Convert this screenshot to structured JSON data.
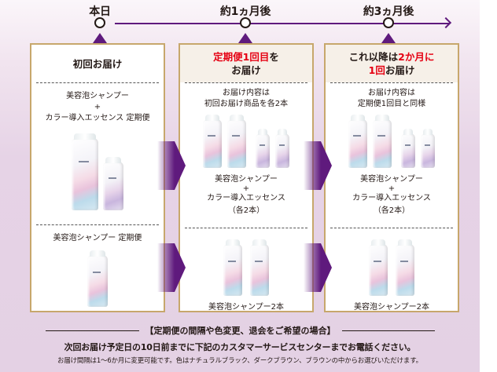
{
  "timeline": {
    "points": [
      {
        "label": "本日"
      },
      {
        "label": "約1ヵ月後"
      },
      {
        "label": "約3ヵ月後"
      }
    ]
  },
  "panels": [
    {
      "heading": {
        "parts": [
          {
            "text": "初回お届け",
            "emphasis": false
          }
        ],
        "line2": []
      },
      "section1": {
        "lines": [
          "美容泡シャンプー",
          "+",
          "カラー導入エッセンス 定期便"
        ],
        "products": [
          "shampoo-bottle",
          "essence-bottle"
        ]
      },
      "section2": {
        "lines": [
          "美容泡シャンプー 定期便"
        ],
        "products": [
          "shampoo-bottle"
        ]
      }
    },
    {
      "heading": {
        "line1": [
          {
            "text": "定期便1回目",
            "emphasis": true
          },
          {
            "text": "を",
            "emphasis": false
          }
        ],
        "line2": [
          {
            "text": "お届け",
            "emphasis": false
          }
        ]
      },
      "section1": {
        "intro": [
          "お届け内容は",
          "初回お届け商品を各2本"
        ],
        "lines": [
          "美容泡シャンプー",
          "+",
          "カラー導入エッセンス",
          "（各2本）"
        ],
        "products": [
          "shampoo-bottle",
          "shampoo-bottle",
          "essence-bottle",
          "essence-bottle"
        ]
      },
      "section2": {
        "lines": [
          "美容泡シャンプー2本"
        ],
        "products": [
          "shampoo-bottle",
          "shampoo-bottle"
        ]
      }
    },
    {
      "heading": {
        "line1": [
          {
            "text": "これ以降は",
            "emphasis": false
          },
          {
            "text": "2か月に",
            "emphasis": true
          }
        ],
        "line2": [
          {
            "text": "1回",
            "emphasis": true
          },
          {
            "text": "お届け",
            "emphasis": false
          }
        ]
      },
      "section1": {
        "intro": [
          "お届け内容は",
          "定期便1回目と同様"
        ],
        "lines": [
          "美容泡シャンプー",
          "+",
          "カラー導入エッセンス",
          "（各2本）"
        ],
        "products": [
          "shampoo-bottle",
          "shampoo-bottle",
          "essence-bottle",
          "essence-bottle"
        ]
      },
      "section2": {
        "lines": [
          "美容泡シャンプー2本"
        ],
        "products": [
          "shampoo-bottle",
          "shampoo-bottle"
        ]
      }
    }
  ],
  "notes": {
    "title": "【定期便の間隔や色変更、退会をご希望の場合】",
    "main": "次回お届け予定日の10日前までに下記のカスタマーサービスセンターまでお電話ください。",
    "sub": "お届け間隔は1〜6か月に変更可能です。色はナチュラルブラック、ダークブラウン、ブラウンの中からお選びいただけます。"
  },
  "colors": {
    "accent_purple": "#5f1a7d",
    "emphasis_red": "#e50012",
    "panel_border": "#c7a76c"
  }
}
